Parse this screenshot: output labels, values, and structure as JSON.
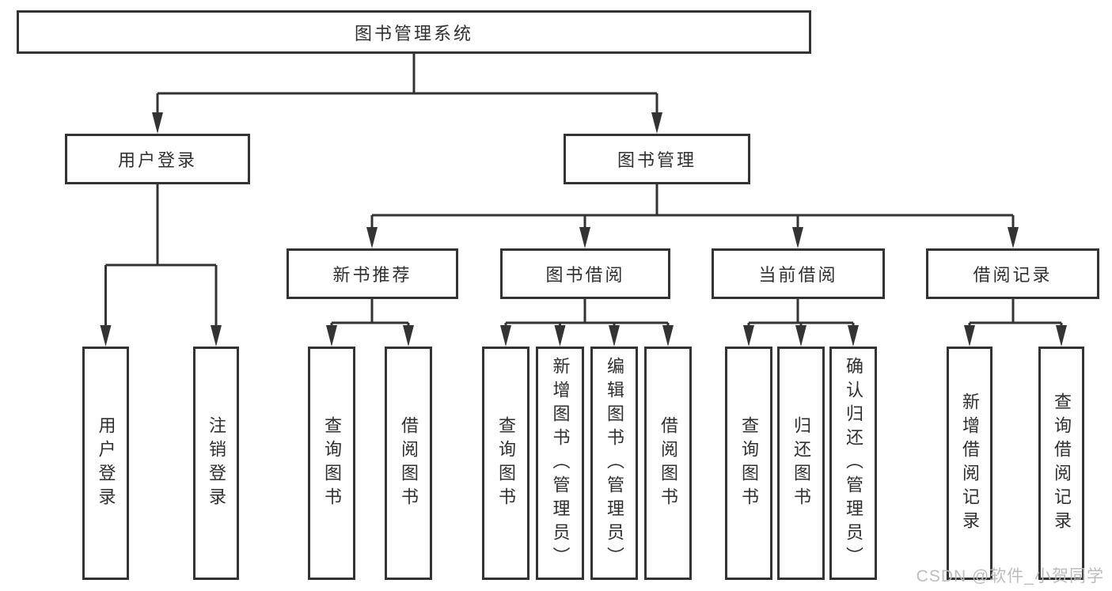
{
  "diagram": {
    "root": "图书管理系统",
    "level2": {
      "user_login": "用户登录",
      "book_mgmt": "图书管理"
    },
    "level3": {
      "new_books": "新书推荐",
      "book_borrow": "图书借阅",
      "current_borrow": "当前借阅",
      "borrow_records": "借阅记录"
    },
    "leaves": {
      "user_login": [
        "用户登录",
        "注销登录"
      ],
      "new_books": [
        "查询图书",
        "借阅图书"
      ],
      "book_borrow": [
        "查询图书",
        "新增图书（管理员）",
        "编辑图书（管理员）",
        "借阅图书"
      ],
      "current_borrow": [
        "查询图书",
        "归还图书",
        "确认归还（管理员）"
      ],
      "borrow_records": [
        "新增借阅记录",
        "查询借阅记录"
      ]
    }
  },
  "watermark": "CSDN @软件_小贺同学",
  "colors": {
    "line": "#333333",
    "box_border": "#333333",
    "box_fill": "#ffffff",
    "text": "#2f2f2f",
    "watermark": "#b9b9b9",
    "background": "#ffffff"
  }
}
